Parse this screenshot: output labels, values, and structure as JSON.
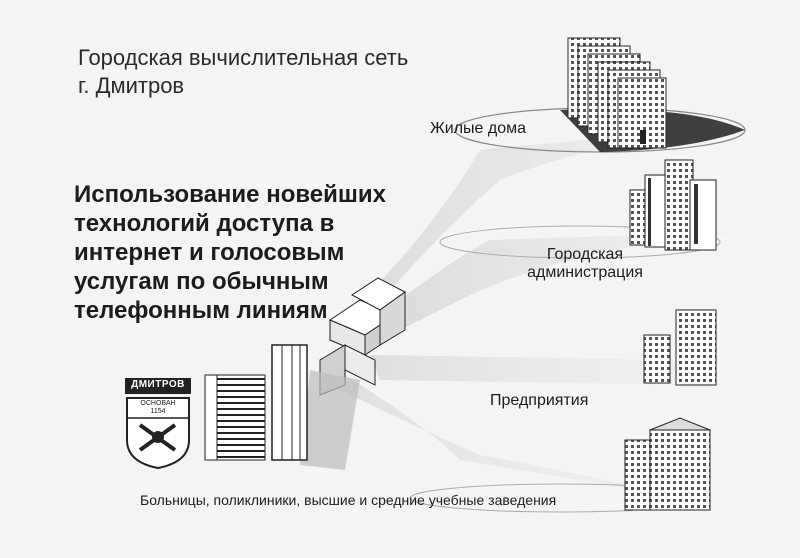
{
  "title": {
    "line1": "Городская вычислительная сеть",
    "line2": "г. Дмитров"
  },
  "headline": {
    "lines": [
      "Использование новейших",
      "технологий доступа в",
      "интернет и голосовым",
      "услугам по обычным",
      "телефонным линиям"
    ]
  },
  "labels": {
    "residential": "Жилые дома",
    "administration_line1": "Городская",
    "administration_line2": "администрация",
    "enterprises": "Предприятия",
    "institutions": "Больницы, поликлиники, высшие и средние учебные заведения"
  },
  "emblem": {
    "banner": "ДМИТРОВ",
    "founded_label": "ОСНОВАН",
    "founded_year": "1154"
  },
  "colors": {
    "background": "#f4f4f4",
    "ink": "#1c1c1c",
    "beam": "#d2d2d2"
  }
}
